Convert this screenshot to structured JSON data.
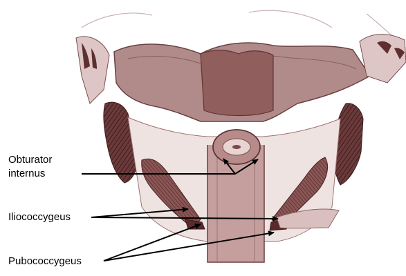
{
  "figure": {
    "labels": {
      "obturator_internus": [
        "Obturator",
        "internus"
      ],
      "iliococcygeus": "Iliococcygeus",
      "pubococcygeus": "Pubococcygeus"
    },
    "colors": {
      "background": "#ffffff",
      "tissue_light": "#c9a9a8",
      "tissue_mid": "#9a6c6c",
      "tissue_dark": "#5e3434",
      "outline": "#4a2a2a",
      "arrow": "#000000"
    }
  }
}
